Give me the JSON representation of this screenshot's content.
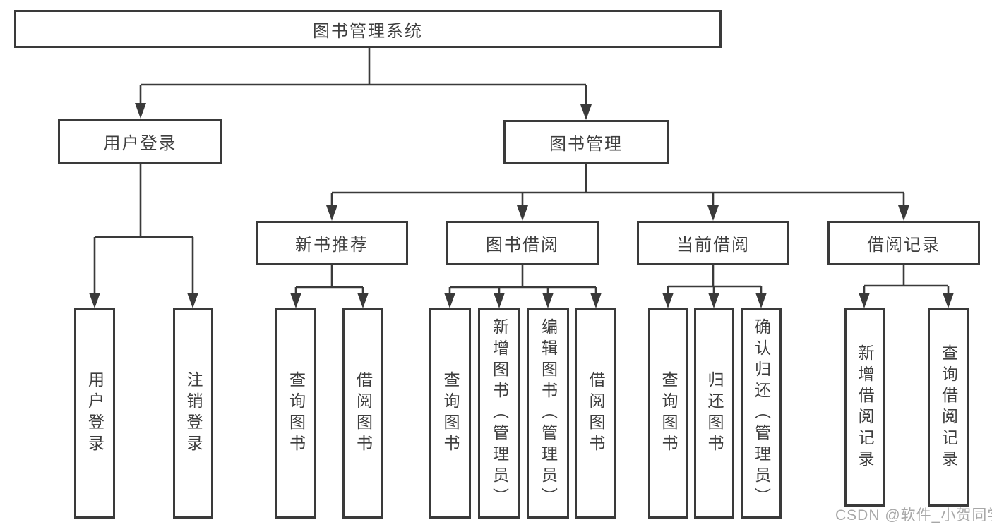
{
  "diagram": {
    "type": "tree",
    "title": "图书管理系统",
    "root": {
      "label": "图书管理系统",
      "children": [
        {
          "label": "用户登录",
          "children": [
            {
              "label": "用户登录"
            },
            {
              "label": "注销登录"
            }
          ]
        },
        {
          "label": "图书管理",
          "children": [
            {
              "label": "新书推荐",
              "children": [
                {
                  "label": "查询图书"
                },
                {
                  "label": "借阅图书"
                }
              ]
            },
            {
              "label": "图书借阅",
              "children": [
                {
                  "label": "查询图书"
                },
                {
                  "label": "新增图书（管理员）"
                },
                {
                  "label": "编辑图书（管理员）"
                },
                {
                  "label": "借阅图书"
                }
              ]
            },
            {
              "label": "当前借阅",
              "children": [
                {
                  "label": "查询图书"
                },
                {
                  "label": "归还图书"
                },
                {
                  "label": "确认归还（管理员）"
                }
              ]
            },
            {
              "label": "借阅记录",
              "children": [
                {
                  "label": "新增借阅记录"
                },
                {
                  "label": "查询借阅记录"
                }
              ]
            }
          ]
        }
      ]
    }
  },
  "watermark": {
    "text": "CSDN @软件_小贺同学"
  },
  "colors": {
    "line": "#3a3a3a",
    "text": "#3e3e3e",
    "node_background": "#ffffff",
    "canvas_background": "#ffffff",
    "watermark": "#a0a0a0"
  }
}
